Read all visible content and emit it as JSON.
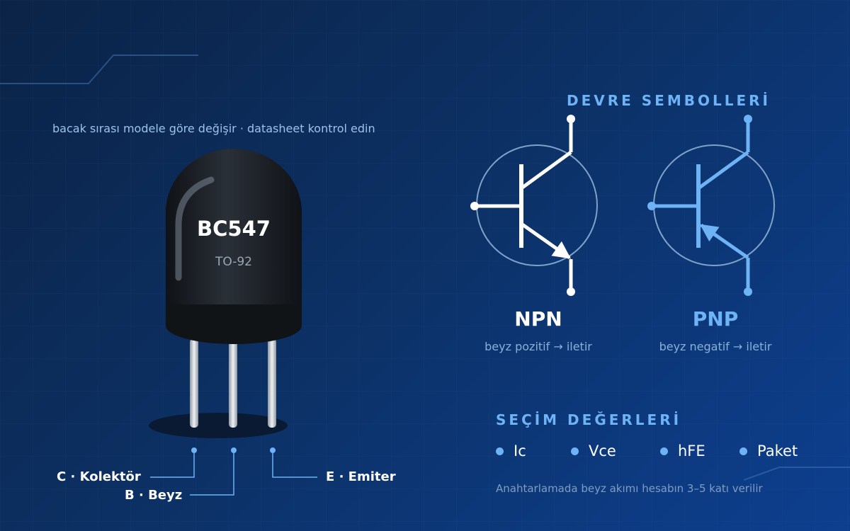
{
  "hint": "bacak sırası modele göre değişir · datasheet kontrol edin",
  "chip": {
    "name": "BC547",
    "package": "TO-92"
  },
  "pins": {
    "collector": "C · Kolektör",
    "base": "B · Beyz",
    "emitter": "E · Emiter"
  },
  "symbols": {
    "title": "DEVRE SEMBOLLERİ",
    "npn": {
      "name": "NPN",
      "desc": "beyz pozitif → iletir"
    },
    "pnp": {
      "name": "PNP",
      "desc": "beyz negatif → iletir"
    }
  },
  "selection": {
    "title": "SEÇİM DEĞERLERİ",
    "items": [
      "Ic",
      "Vce",
      "hFE",
      "Paket"
    ],
    "note": "Anahtarlamada beyz akımı hesabın 3–5 katı verilir"
  },
  "colors": {
    "accent": "#6db3f5",
    "body": "#1a1e24",
    "leg": "#c9d0d6",
    "npn_stroke": "#ffffff"
  }
}
